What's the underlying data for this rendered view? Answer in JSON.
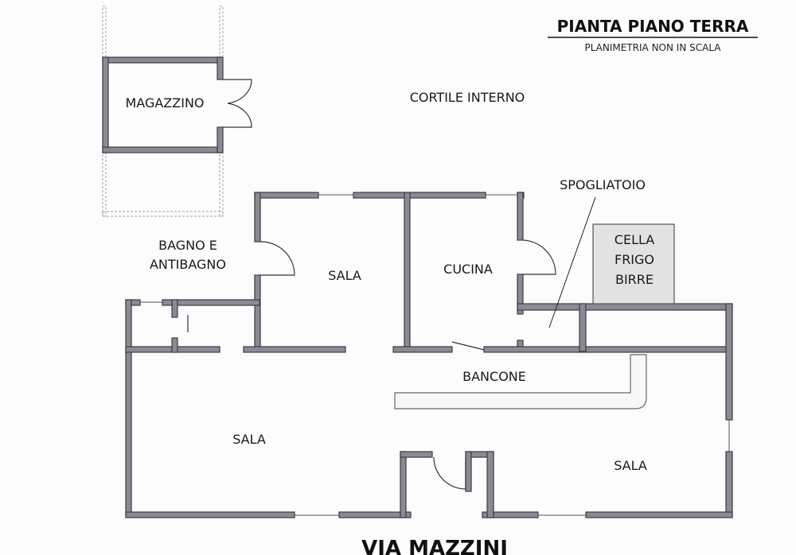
{
  "header": {
    "title": "PIANTA PIANO TERRA",
    "subtitle": "PLANIMETRIA NON IN SCALA"
  },
  "rooms": {
    "magazzino": "MAGAZZINO",
    "cortile": "CORTILE INTERNO",
    "spogliatoio": "SPOGLIATOIO",
    "bagno_line1": "BAGNO E",
    "bagno_line2": "ANTIBAGNO",
    "sala_top": "SALA",
    "cucina": "CUCINA",
    "cella_line1": "CELLA",
    "cella_line2": "FRIGO",
    "cella_line3": "BIRRE",
    "bancone": "BANCONE",
    "sala_main": "SALA",
    "sala_right": "SALA"
  },
  "street": "VIA MAZZINI",
  "colors": {
    "wall": "#8a8a92",
    "wall_outline": "#3c3c48",
    "cella_fill": "#e2e2e2"
  }
}
